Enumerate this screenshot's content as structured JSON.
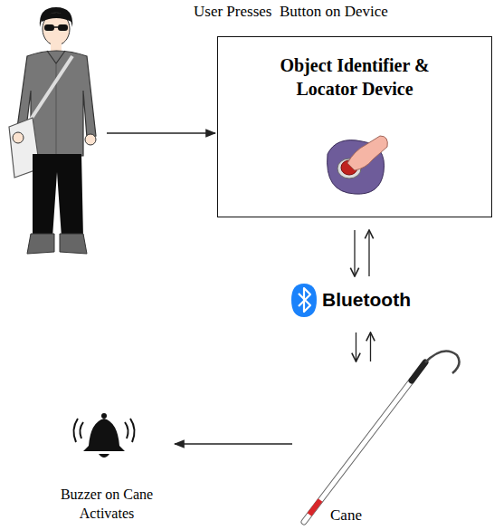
{
  "diagram": {
    "title": "User Presses  Button on Device",
    "nodes": [
      {
        "text": [
          "Object Identifier & Locator Device"
        ]
      },
      {
        "text": [
          "Bluetooth"
        ]
      },
      {
        "text": [
          "Cane"
        ]
      },
      {
        "text": [
          "Buzzer on Cane Activates"
        ]
      }
    ],
    "edges": [
      {
        "from": 0,
        "to": 1,
        "arrow": "both"
      },
      {
        "from": 1,
        "to": 2,
        "arrow": "both"
      },
      {
        "from": 2,
        "to": 3,
        "arrow": "to"
      }
    ]
  }
}
